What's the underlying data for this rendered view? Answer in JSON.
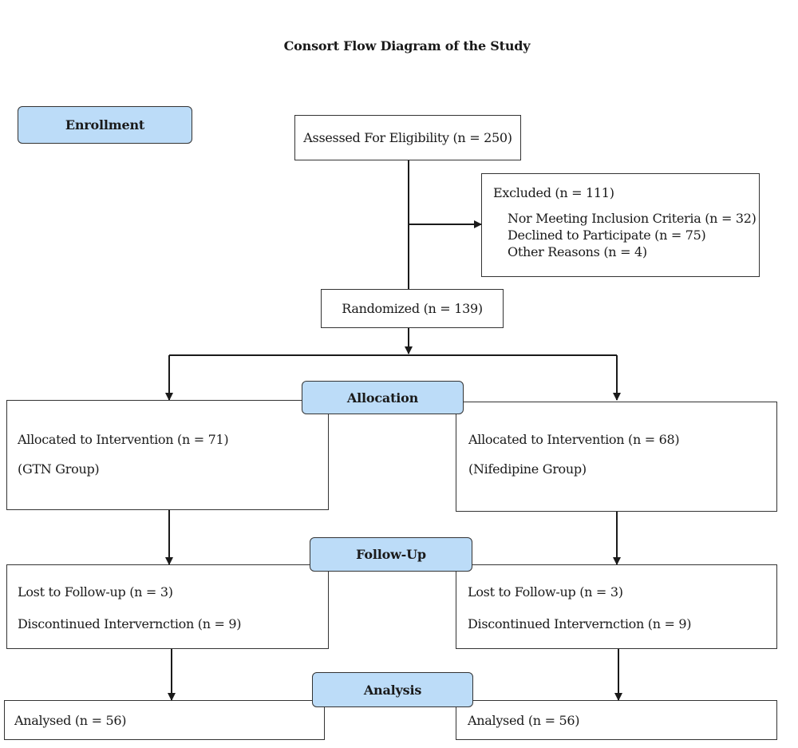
{
  "title": "Consort Flow Diagram of the Study",
  "stages": {
    "enrollment": "Enrollment",
    "allocation": "Allocation",
    "follow_up": "Follow-Up",
    "analysis": "Analysis"
  },
  "assessed": "Assessed For Eligibility (n = 250)",
  "excluded": {
    "heading": "Excluded (n = 111)",
    "reasons": [
      "Nor Meeting Inclusion Criteria (n = 32)",
      "Declined to Participate (n = 75)",
      "Other Reasons (n = 4)"
    ]
  },
  "randomized": "Randomized (n = 139)",
  "left_arm": {
    "allocated": "Allocated to Intervention (n = 71)",
    "group": "(GTN Group)",
    "lost": "Lost  to Follow-up (n = 3)",
    "discontinued": "Discontinued Intervern_tion (n = 9)",
    "analysed": "Analysed (n = 56)"
  },
  "right_arm": {
    "allocated": "Allocated to Intervention (n = 68)",
    "group": "(Nifedipine Group)",
    "lost": "Lost  to Follow-up (n = 3)",
    "discontinued": "Discontinued Intervernction (n = 9)",
    "analysed": "Analysed (n = 56)"
  }
}
